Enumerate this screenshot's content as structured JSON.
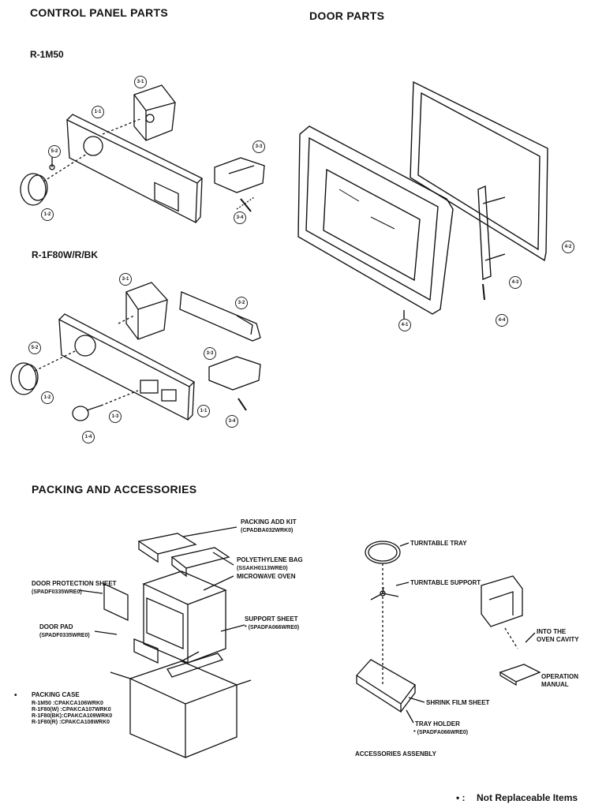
{
  "sections": {
    "control_panel": "CONTROL PANEL PARTS",
    "door": "DOOR PARTS",
    "packing": "PACKING AND ACCESSORIES"
  },
  "models": {
    "m1": "R-1M50",
    "m2": "R-1F80W/R/BK"
  },
  "door_callouts": [
    "4-1",
    "4-2",
    "4-3",
    "4-4"
  ],
  "packing": {
    "packing_add_kit": "PACKING ADD KIT",
    "packing_add_kit_code": "(CPADBA032WRK0)",
    "poly_bag": "POLYETHYLENE BAG",
    "poly_bag_code": "(SSAKH0113WRE0)",
    "microwave_oven": "MICROWAVE OVEN",
    "door_protection_sheet": "DOOR PROTECTION SHEET",
    "door_protection_sheet_code": "(SPADF0335WRE0)",
    "door_pad": "DOOR PAD",
    "door_pad_code": "(SPADF0335WRE0)",
    "support_sheet": "SUPPORT SHEET",
    "support_sheet_code": "* (SPADFA066WRE0)",
    "packing_case": "PACKING CASE",
    "case_rows": [
      "R-1M50    :CPAKCA106WRK0",
      "R-1F80(W) :CPAKCA107WRK0",
      "R-1F80(BK):CPAKCA109WRK0",
      "R-1F80(R) :CPAKCA108WRK0"
    ]
  },
  "accessories": {
    "turntable_tray": "TURNTABLE TRAY",
    "turntable_support": "TURNTABLE SUPPORT",
    "into_cavity": "INTO THE OVEN CAVITY",
    "operation_manual": "OPERATION MANUAL",
    "shrink_film": "SHRINK FILM SHEET",
    "tray_holder": "TRAY HOLDER",
    "tray_holder_code": "* (SPADFA066WRE0)",
    "assembly": "ACCESSORIES ASSENBLY"
  },
  "footnote": {
    "mark": "• :",
    "text": "Not Replaceable Items"
  }
}
